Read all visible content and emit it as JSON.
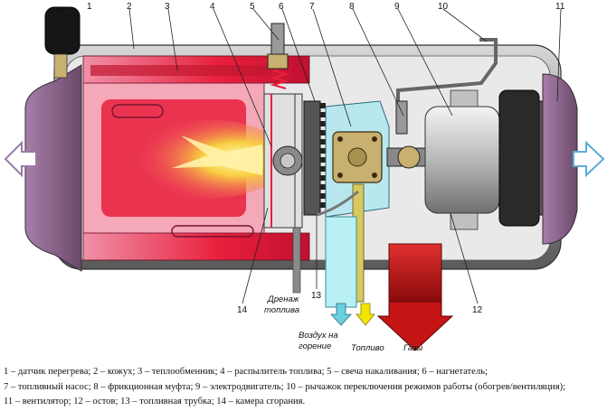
{
  "callouts": [
    "1",
    "2",
    "3",
    "4",
    "5",
    "6",
    "7",
    "8",
    "9",
    "10",
    "11",
    "12",
    "13",
    "14"
  ],
  "flow_labels": {
    "drain_line1": "Дренаж",
    "drain_line2": "топлива",
    "air_line1": "Воздух на",
    "air_line2": "горение",
    "fuel": "Топливо",
    "gases": "Газы"
  },
  "legend": {
    "line1": "1 – датчик перегрева;     2 – кожух;     3 – теплообменник;     4 – распылитель топлива;     5 – свеча накаливания;     6 – нагнетатель;",
    "line2": "7 – топливный насос;  8 – фрикционная муфта;  9 – электродвигатель;  10 – рычажок переключения режимов работы (обогрев/вентиляция);",
    "line3": "11 – вентилятор;   12 – остов;  13 – топливная трубка;   14 – камера сгорания."
  },
  "colors": {
    "heat_red": "#e8203c",
    "shell_gray": "#9a9a9a",
    "metal_dark": "#3c3c3c",
    "pump_tan": "#c8b070",
    "fuel_yellow": "#f2e600",
    "air_cyan": "#9fe8ee",
    "gas_red": "#c41414"
  }
}
